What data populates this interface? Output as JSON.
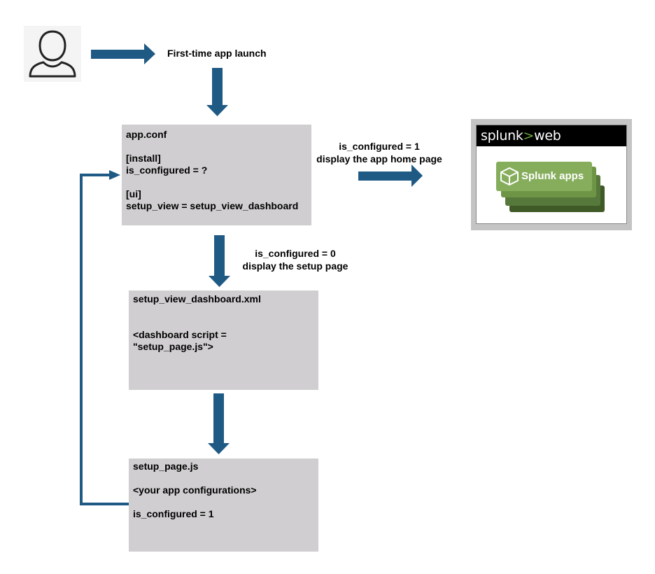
{
  "colors": {
    "arrow": "#1f5a85",
    "box_fill": "#d0ced0",
    "splunk_header": "#000000",
    "splunk_gt": "#65a637",
    "apps_card_front": "#86ad5c",
    "apps_card_back": "#3f5a26"
  },
  "icons": {
    "user": "user-icon",
    "apps": "package-icon"
  },
  "labels": {
    "launch": "First-time app launch",
    "configured_yes": [
      "is_configured = 1",
      "display the app home page"
    ],
    "configured_no": [
      "is_configured = 0",
      "display the setup page"
    ]
  },
  "boxes": {
    "app_conf": [
      "app.conf",
      "",
      "[install]",
      "is_configured = ?",
      "",
      "[ui]",
      "setup_view = setup_view_dashboard"
    ],
    "setup_view": [
      "setup_view_dashboard.xml",
      "",
      "",
      "<dashboard script =",
      "\"setup_page.js\">"
    ],
    "setup_page": [
      "setup_page.js",
      "",
      "<your app configurations>",
      "",
      "is_configured = 1"
    ]
  },
  "splunk": {
    "brand": "splunk",
    "gt": ">",
    "web": "web",
    "apps_label": "Splunk apps"
  }
}
